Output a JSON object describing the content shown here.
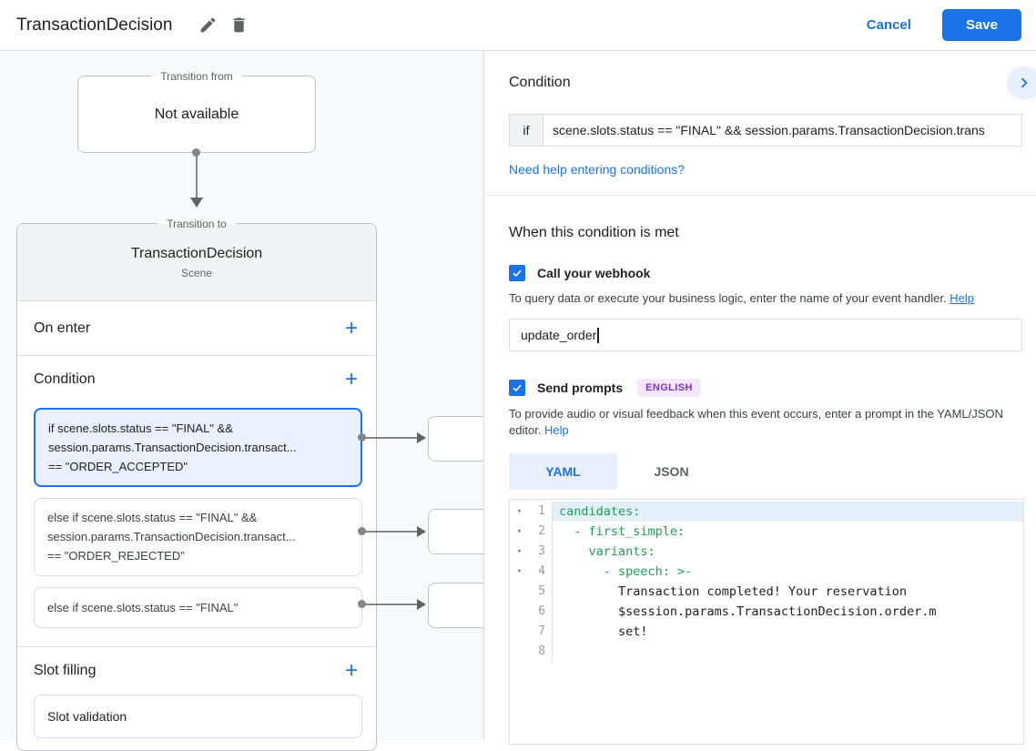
{
  "icons": {
    "plus": "+",
    "fold": "▾"
  },
  "colors": {
    "accent": "#1a73e8",
    "accent_light": "#e8f0fe",
    "code_green": "#1e9e50",
    "badge_purple": "#8430ce"
  },
  "header": {
    "title": "TransactionDecision",
    "cancel_label": "Cancel",
    "save_label": "Save"
  },
  "canvas": {
    "transition_from": {
      "label": "Transition from",
      "content": "Not available"
    },
    "transition_to": {
      "label": "Transition to",
      "scene_name": "TransactionDecision",
      "scene_type": "Scene",
      "on_enter_label": "On enter",
      "condition_label": "Condition",
      "slot_filling_label": "Slot filling",
      "conditions": [
        {
          "lines": [
            "if scene.slots.status == \"FINAL\" &&",
            "session.params.TransactionDecision.transact...",
            "== \"ORDER_ACCEPTED\""
          ]
        },
        {
          "lines": [
            "else if scene.slots.status == \"FINAL\" &&",
            "session.params.TransactionDecision.transact...",
            "== \"ORDER_REJECTED\""
          ]
        },
        {
          "lines": [
            "else if scene.slots.status == \"FINAL\""
          ]
        }
      ],
      "slot_card_label": "Slot validation"
    }
  },
  "panel": {
    "title": "Condition",
    "if_label": "if",
    "condition_value": "scene.slots.status == \"FINAL\" && session.params.TransactionDecision.trans",
    "help_link": "Need help entering conditions?",
    "when_met_heading": "When this condition is met",
    "webhook": {
      "label": "Call your webhook",
      "checked": true,
      "description": "To query data or execute your business logic, enter the name of your event handler.",
      "help_label": "Help",
      "value": "update_order"
    },
    "prompts": {
      "label": "Send prompts",
      "badge": "ENGLISH",
      "checked": true,
      "description": "To provide audio or visual feedback when this event occurs, enter a prompt in the YAML/JSON editor.",
      "help_label": "Help"
    },
    "tabs": [
      {
        "label": "YAML",
        "active": true
      },
      {
        "label": "JSON",
        "active": false
      }
    ],
    "editor": {
      "lines": [
        {
          "num": 1,
          "text": "candidates:"
        },
        {
          "num": 2,
          "text": "  - first_simple:"
        },
        {
          "num": 3,
          "text": "    variants:"
        },
        {
          "num": 4,
          "text": "      - speech: >-"
        },
        {
          "num": 5,
          "text": "        Transaction completed! Your reservation"
        },
        {
          "num": 6,
          "text": "        $session.params.TransactionDecision.order.m"
        },
        {
          "num": 7,
          "text": "        set!"
        },
        {
          "num": 8,
          "text": ""
        }
      ]
    }
  }
}
